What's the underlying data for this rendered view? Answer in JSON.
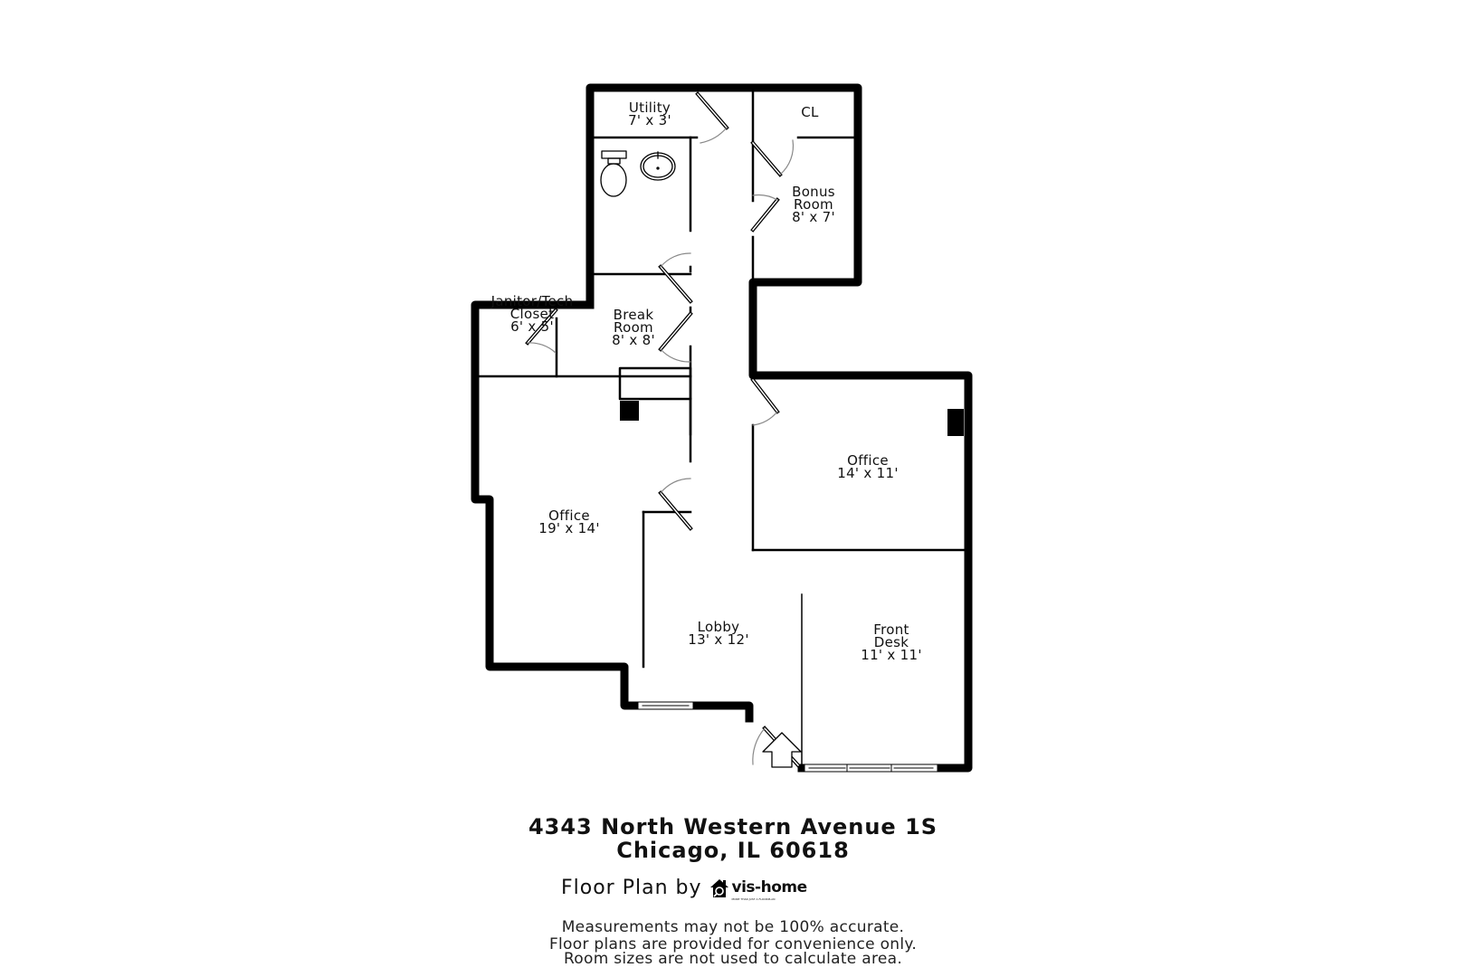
{
  "floor_plan": {
    "rooms": [
      {
        "name": "Utility",
        "size": "7' x 3'"
      },
      {
        "name": "CL",
        "size": ""
      },
      {
        "name": "Bonus Room",
        "line1": "Bonus",
        "line2": "Room",
        "size": "8' x 7'"
      },
      {
        "name": "Janitor/Tech Closet",
        "line1": "Janitor/Tech",
        "line2": "Closet",
        "size": "6' x 5'"
      },
      {
        "name": "Break Room",
        "line1": "Break",
        "line2": "Room",
        "size": "8' x 8'"
      },
      {
        "name": "Office",
        "size": "14' x 11'"
      },
      {
        "name": "Office",
        "size": "19' x 14'"
      },
      {
        "name": "Lobby",
        "size": "13' x 12'"
      },
      {
        "name": "Front Desk",
        "line1": "Front",
        "line2": "Desk",
        "size": "11' x 11'"
      }
    ],
    "entry_icon": "arrow-up-outline-icon"
  },
  "caption": {
    "address_line1": "4343 North Western Avenue 1S",
    "address_line2": "Chicago, IL 60618",
    "credit_label": "Floor Plan by",
    "brand_name": "vis-home",
    "brand_tagline": "MORE THAN JUST A FLOORPLAN",
    "brand_icon": "house-magnifier-icon"
  },
  "disclaimer": {
    "line1": "Measurements may not be 100% accurate.",
    "line2": "Floor plans are provided for convenience only.",
    "line3": "Room sizes are not used to calculate area."
  }
}
